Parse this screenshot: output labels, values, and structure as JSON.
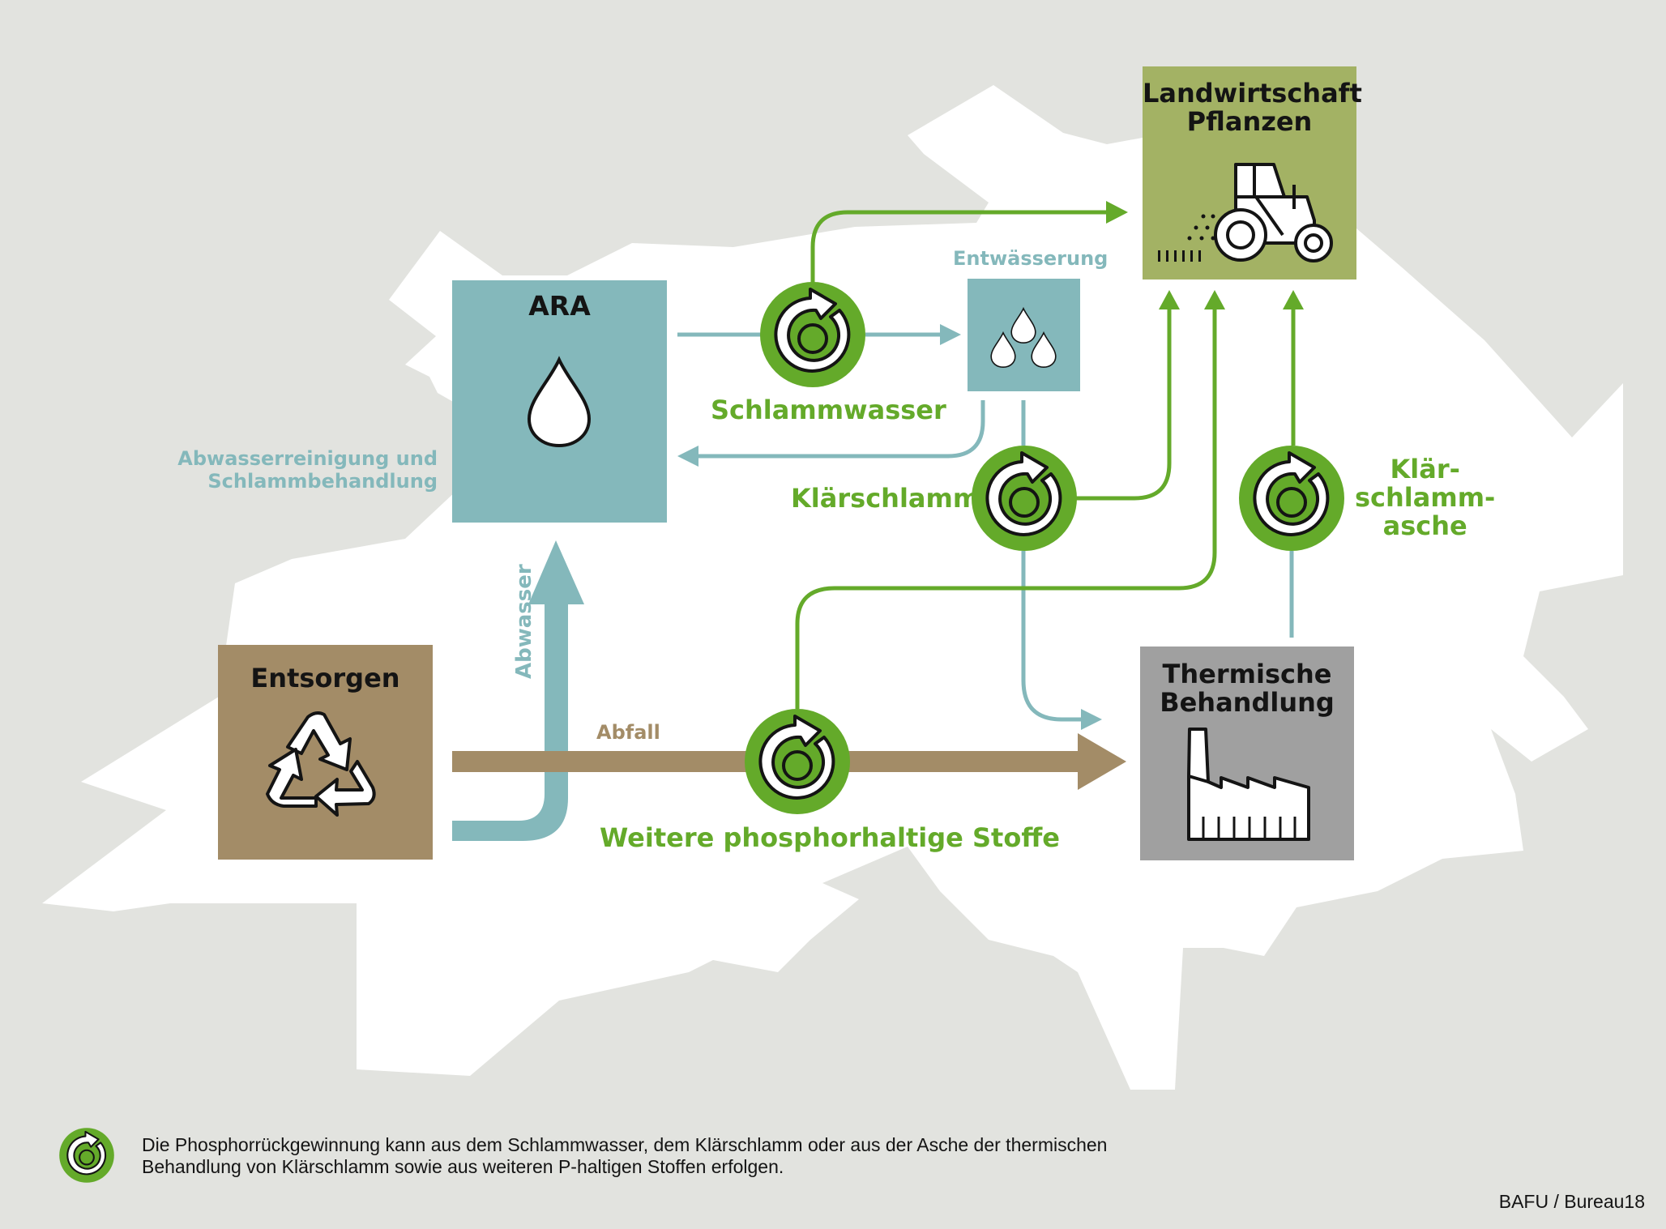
{
  "colors": {
    "background": "#e2e3df",
    "map": "#ffffff",
    "teal": "#84b8bb",
    "green": "#64aa2a",
    "brown": "#a38c67",
    "olive": "#a3b264",
    "gray": "#a0a0a0",
    "ink": "#141414"
  },
  "nodes": {
    "ara": {
      "title": "ARA",
      "icon": "water-drop-icon",
      "caption": [
        "Abwasserreinigung und",
        "Schlammbehandlung"
      ]
    },
    "entwaesserung": {
      "title": "Entwässerung",
      "icon": "water-drops-icon"
    },
    "landwirtschaft": {
      "title": [
        "Landwirtschaft",
        "Pflanzen"
      ],
      "icon": "tractor-icon"
    },
    "thermische": {
      "title": [
        "Thermische",
        "Behandlung"
      ],
      "icon": "factory-icon"
    },
    "entsorgen": {
      "title": "Entsorgen",
      "icon": "recycle-icon"
    }
  },
  "flows": {
    "abwasser": "Abwasser",
    "abfall": "Abfall"
  },
  "recovery_points": {
    "schlammwasser": "Schlammwasser",
    "klaerschlamm": "Klärschlamm",
    "klaerschlammasche": [
      "Klär-",
      "schlamm-",
      "asche"
    ],
    "weitere": "Weitere phosphorhaltige Stoffe"
  },
  "legend": {
    "icon": "phosphorus-recovery-icon",
    "text": [
      "Die Phosphorrückgewinnung kann aus dem Schlammwasser, dem Klärschlamm oder aus der Asche der thermischen",
      "Behandlung von Klärschlamm sowie aus weiteren P-haltigen Stoffen erfolgen."
    ]
  },
  "credit": "BAFU / Bureau18"
}
